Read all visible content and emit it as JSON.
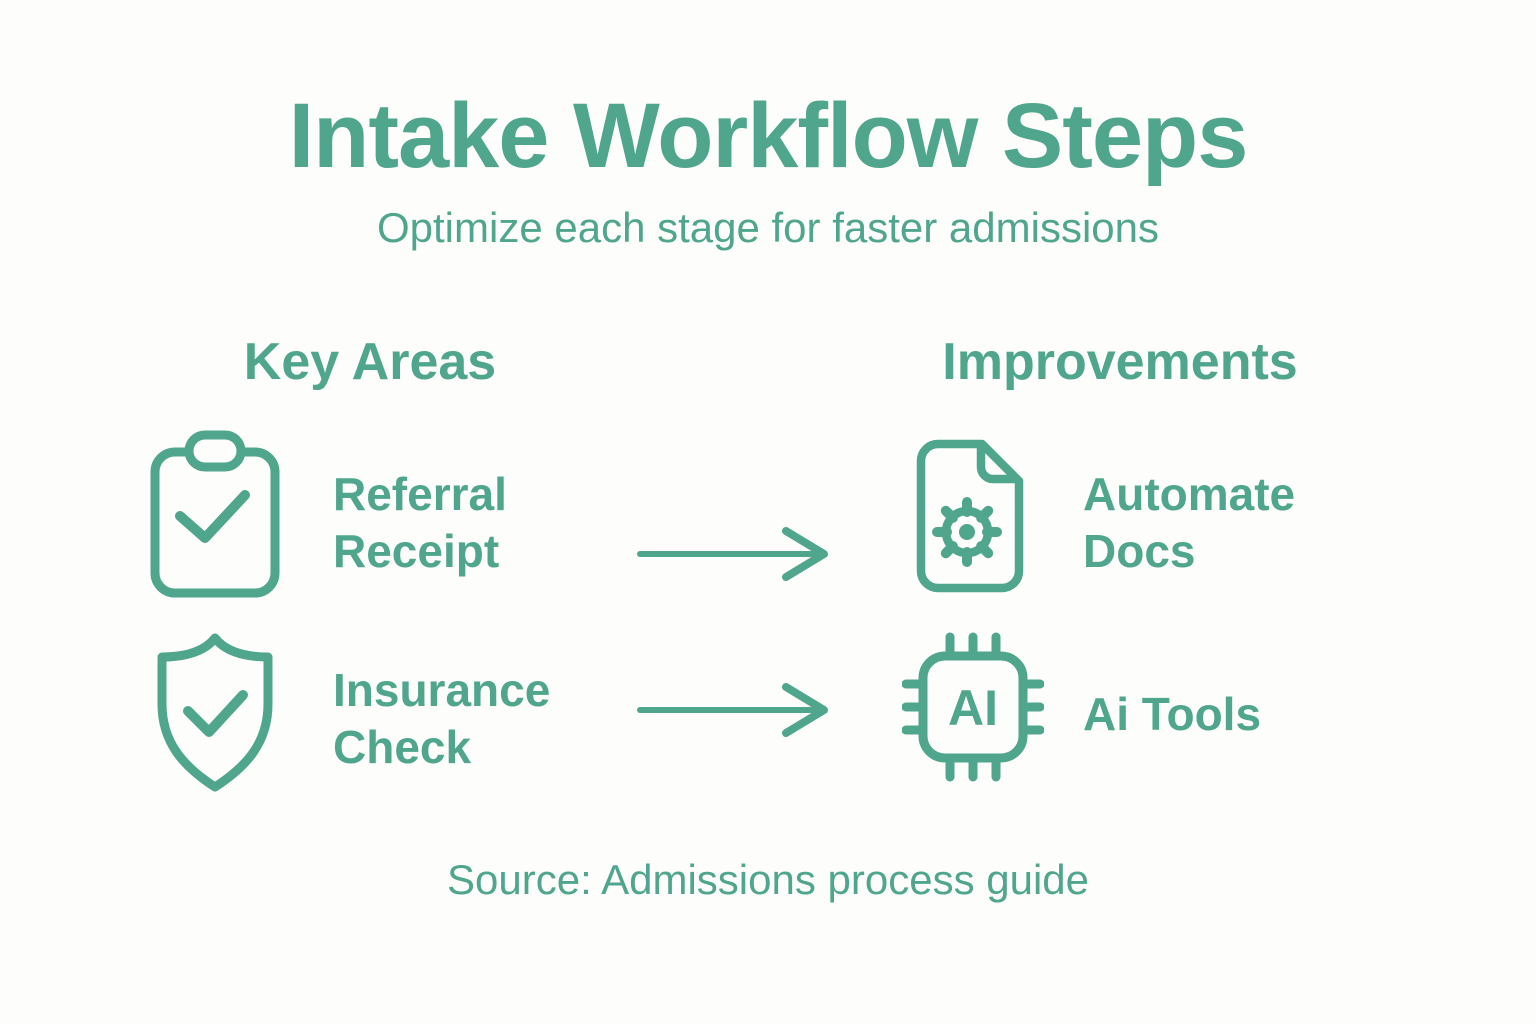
{
  "theme": {
    "accent_color": "#50A58D",
    "background_color": "#FDFDFB"
  },
  "header": {
    "title": "Intake Workflow Steps",
    "subtitle": "Optimize each stage for faster admissions"
  },
  "columns": {
    "left_heading": "Key Areas",
    "right_heading": "Improvements"
  },
  "flow_rows": [
    {
      "key_area": {
        "icon": "clipboard-check-icon",
        "label": "Referral Receipt"
      },
      "connector": "arrow-right-icon",
      "improvement": {
        "icon": "document-gear-icon",
        "label": "Automate Docs"
      }
    },
    {
      "key_area": {
        "icon": "shield-check-icon",
        "label": "Insurance Check"
      },
      "connector": "arrow-right-icon",
      "improvement": {
        "icon": "ai-chip-icon",
        "label": "Ai Tools"
      }
    }
  ],
  "ai_chip_text": "AI",
  "footer": {
    "source": "Source: Admissions process guide"
  }
}
